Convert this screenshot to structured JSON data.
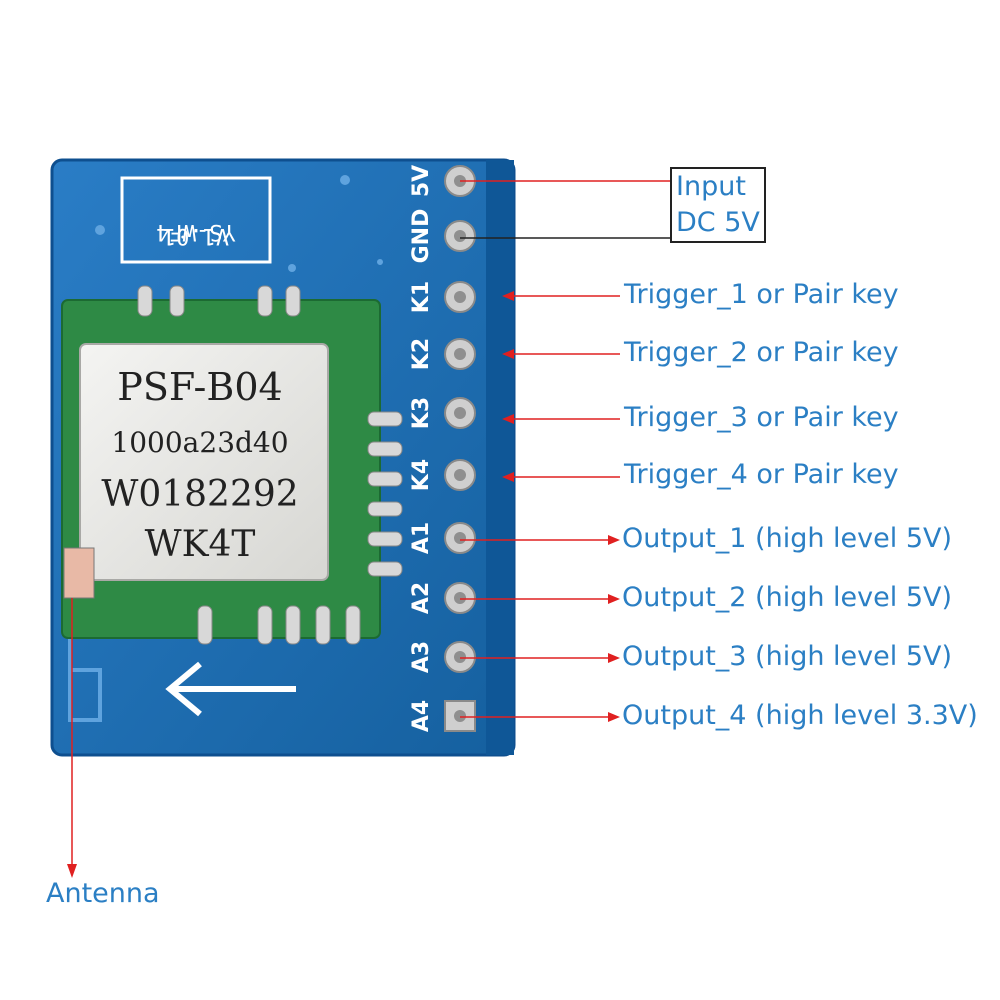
{
  "board": {
    "top_label_line1": "YS-WF4",
    "top_label_line2": "V1.01",
    "module_lines": [
      "PSF-B04",
      "1000a23d40",
      "W0182292",
      "WK4T"
    ],
    "pins": [
      "5V",
      "GND",
      "K1",
      "K2",
      "K3",
      "K4",
      "A1",
      "A2",
      "A3",
      "A4"
    ]
  },
  "input_box": {
    "line1": "Input",
    "line2": "DC 5V"
  },
  "callouts": [
    {
      "id": "k1",
      "text": "Trigger_1 or Pair key"
    },
    {
      "id": "k2",
      "text": "Trigger_2 or Pair key"
    },
    {
      "id": "k3",
      "text": "Trigger_3 or Pair key"
    },
    {
      "id": "k4",
      "text": "Trigger_4 or Pair key"
    },
    {
      "id": "a1",
      "text": "Output_1 (high level 5V)"
    },
    {
      "id": "a2",
      "text": "Output_2 (high level 5V)"
    },
    {
      "id": "a3",
      "text": "Output_3 (high level 5V)"
    },
    {
      "id": "a4",
      "text": "Output_4 (high level 3.3V)"
    }
  ],
  "antenna_label": "Antenna",
  "colors": {
    "pcb": "#1f6fb8",
    "pcb_edge": "#0e4f8f",
    "module_pcb": "#2e8a45",
    "shield": "#e9e9e6",
    "pin": "#b9b9b9",
    "silk": "#ffffff",
    "label": "#2b7fc4",
    "arrow": "#e02020"
  }
}
